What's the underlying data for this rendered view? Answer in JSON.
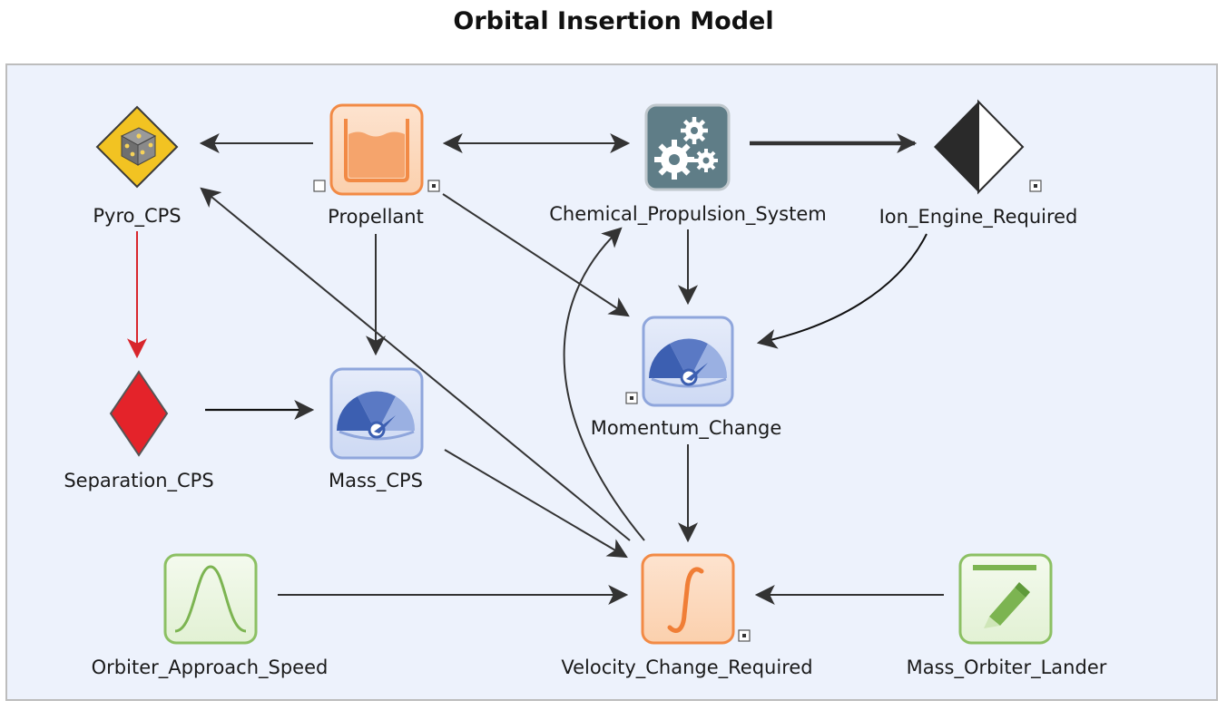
{
  "title": "Orbital Insertion Model",
  "nodes": {
    "pyro": {
      "label": "Pyro_CPS",
      "kind": "chance (die)",
      "color": "#f2c322"
    },
    "propellant": {
      "label": "Propellant",
      "kind": "input",
      "color": "#f39a5b"
    },
    "chemical": {
      "label": "Chemical_Propulsion_System",
      "kind": "module",
      "color": "#5f7d87"
    },
    "ion": {
      "label": "Ion_Engine_Required",
      "kind": "decision",
      "color": "#2a2a2a"
    },
    "separation": {
      "label": "Separation_CPS",
      "kind": "event",
      "color": "#e4232a"
    },
    "mass_cps": {
      "label": "Mass_CPS",
      "kind": "gauge",
      "color": "#7f9ad6"
    },
    "momentum": {
      "label": "Momentum_Change",
      "kind": "gauge",
      "color": "#7f9ad6"
    },
    "approach": {
      "label": "Orbiter_Approach_Speed",
      "kind": "distribution",
      "color": "#8cc063"
    },
    "velocity": {
      "label": "Velocity_Change_Required",
      "kind": "integral",
      "color": "#f39a5b"
    },
    "mass_lander": {
      "label": "Mass_Orbiter_Lander",
      "kind": "data",
      "color": "#8cc063"
    }
  },
  "links": [
    {
      "from": "Propellant",
      "to": "Pyro_CPS"
    },
    {
      "from": "Propellant",
      "to": "Chemical_Propulsion_System",
      "bidirectional": true
    },
    {
      "from": "Chemical_Propulsion_System",
      "to": "Ion_Engine_Required"
    },
    {
      "from": "Pyro_CPS",
      "to": "Separation_CPS",
      "color": "#d8262c"
    },
    {
      "from": "Separation_CPS",
      "to": "Mass_CPS"
    },
    {
      "from": "Propellant",
      "to": "Mass_CPS"
    },
    {
      "from": "Propellant",
      "to": "Momentum_Change"
    },
    {
      "from": "Chemical_Propulsion_System",
      "to": "Momentum_Change"
    },
    {
      "from": "Ion_Engine_Required",
      "to": "Momentum_Change"
    },
    {
      "from": "Momentum_Change",
      "to": "Velocity_Change_Required"
    },
    {
      "from": "Mass_CPS",
      "to": "Velocity_Change_Required"
    },
    {
      "from": "Orbiter_Approach_Speed",
      "to": "Velocity_Change_Required"
    },
    {
      "from": "Mass_Orbiter_Lander",
      "to": "Velocity_Change_Required"
    },
    {
      "from": "Velocity_Change_Required",
      "to": "Pyro_CPS"
    },
    {
      "from": "Velocity_Change_Required",
      "to": "Chemical_Propulsion_System"
    }
  ],
  "colors": {
    "edge": "#333333",
    "edge_red": "#d8262c",
    "canvas": "#edf2fc",
    "border": "#bdbdbd"
  }
}
